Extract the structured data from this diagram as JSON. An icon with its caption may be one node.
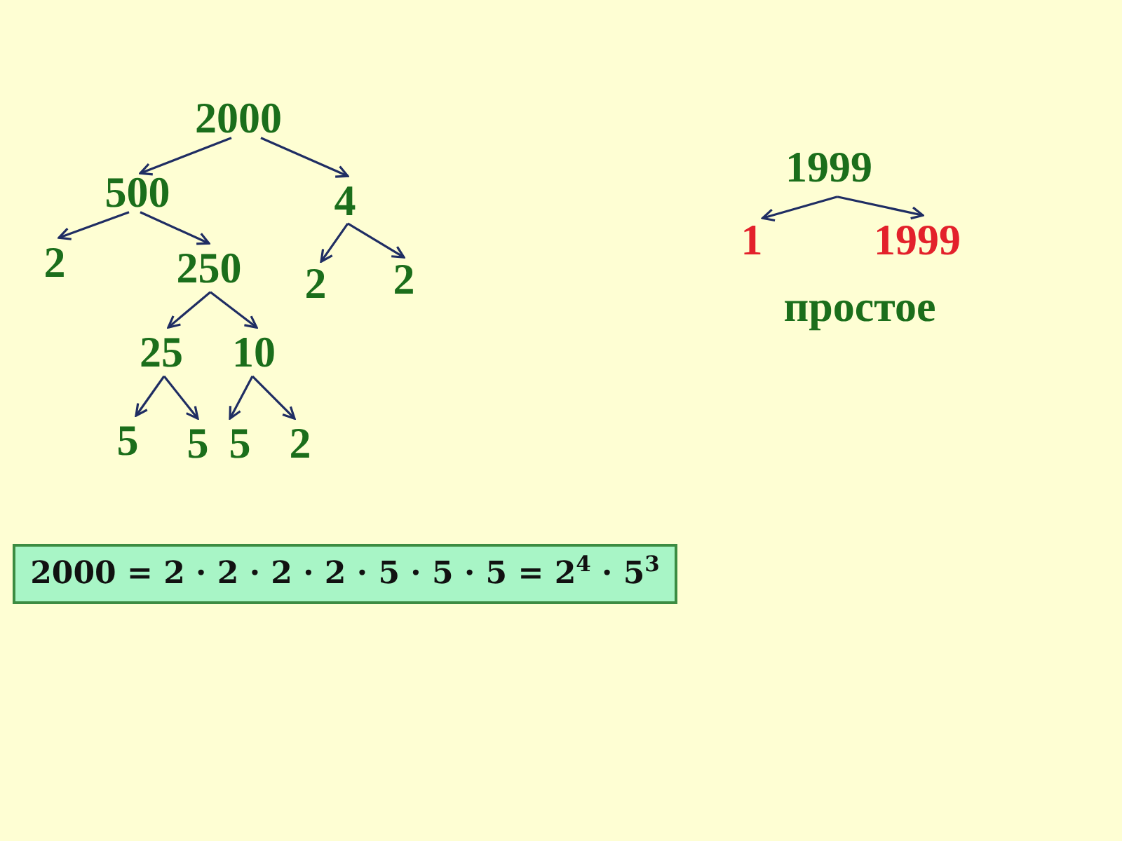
{
  "diagram": {
    "nodes": [
      {
        "text": [
          "2000"
        ]
      },
      {
        "text": [
          "500"
        ]
      },
      {
        "text": [
          "4"
        ]
      },
      {
        "text": [
          "2"
        ]
      },
      {
        "text": [
          "250"
        ]
      },
      {
        "text": [
          "2"
        ]
      },
      {
        "text": [
          "2"
        ]
      },
      {
        "text": [
          "25"
        ]
      },
      {
        "text": [
          "10"
        ]
      },
      {
        "text": [
          "5"
        ]
      },
      {
        "text": [
          "5"
        ]
      },
      {
        "text": [
          "5"
        ]
      },
      {
        "text": [
          "2"
        ]
      },
      {
        "text": [
          "1999"
        ]
      },
      {
        "text": [
          "1"
        ]
      },
      {
        "text": [
          "1999"
        ]
      },
      {
        "text": [
          "2000 = 2 · 2 · 2 · 2 · 5 · 5 · 5 = 2$^{4}$ · 5$^{3}$"
        ]
      }
    ],
    "edges": [
      {
        "from": 0,
        "to": 1,
        "arrow": "to"
      },
      {
        "from": 0,
        "to": 2,
        "arrow": "to"
      },
      {
        "from": 1,
        "to": 3,
        "arrow": "to"
      },
      {
        "from": 1,
        "to": 4,
        "arrow": "to"
      },
      {
        "from": 2,
        "to": 5,
        "arrow": "to"
      },
      {
        "from": 2,
        "to": 6,
        "arrow": "to"
      },
      {
        "from": 4,
        "to": 7,
        "arrow": "to"
      },
      {
        "from": 4,
        "to": 8,
        "arrow": "to"
      },
      {
        "from": 7,
        "to": 9,
        "arrow": "to"
      },
      {
        "from": 7,
        "to": 10,
        "arrow": "to"
      },
      {
        "from": 8,
        "to": 11,
        "arrow": "to"
      },
      {
        "from": 8,
        "to": 12,
        "arrow": "to"
      },
      {
        "from": 13,
        "to": 14,
        "arrow": "to"
      },
      {
        "from": 13,
        "to": 15,
        "arrow": "to"
      }
    ],
    "labels": [
      "простое"
    ]
  }
}
